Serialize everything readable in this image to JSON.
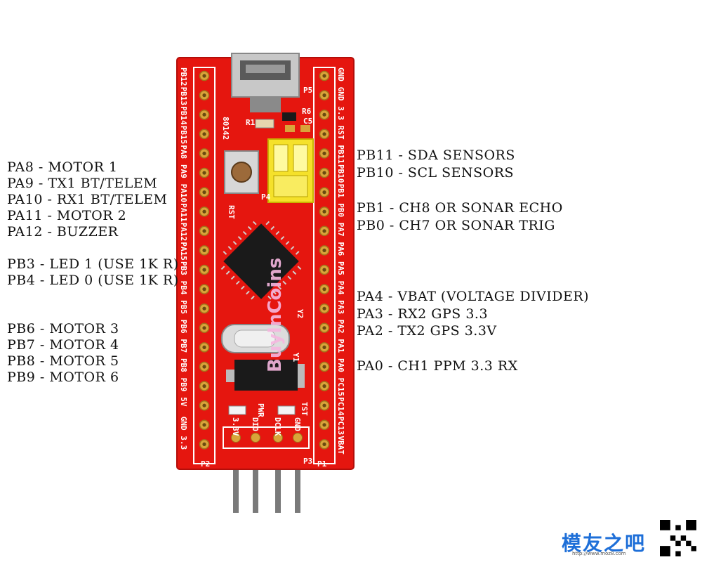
{
  "left_labels": [
    {
      "text": "PA8 - MOTOR 1"
    },
    {
      "text": "PA9 - TX1 BT/TELEM"
    },
    {
      "text": "PA10 - RX1 BT/TELEM"
    },
    {
      "text": "PA11 - MOTOR 2"
    },
    {
      "text": "PA12 - BUZZER"
    },
    {
      "text": "PB3 - LED 1 (USE 1K R)"
    },
    {
      "text": "PB4 - LED 0 (USE 1K R)"
    },
    {
      "text": "PB6 - MOTOR 3"
    },
    {
      "text": "PB7 - MOTOR 4"
    },
    {
      "text": "PB8 - MOTOR 5"
    },
    {
      "text": "PB9 - MOTOR 6"
    }
  ],
  "right_labels": [
    {
      "text": "PB11 - SDA SENSORS"
    },
    {
      "text": "PB10 - SCL SENSORS"
    },
    {
      "text": "PB1 - CH8 OR SONAR ECHO"
    },
    {
      "text": "PB0 - CH7 OR SONAR TRIG"
    },
    {
      "text": "PA4 - VBAT (VOLTAGE DIVIDER)"
    },
    {
      "text": "PA3 - RX2 GPS 3.3"
    },
    {
      "text": "PA2 - TX2 GPS 3.3V"
    },
    {
      "text": "PA0 - CH1 PPM 3.3 RX"
    }
  ],
  "board": {
    "left_header_pins": [
      "PB12",
      "PB13",
      "PB14",
      "PB15",
      "PA8",
      "PA9",
      "PA10",
      "PA11",
      "PA12",
      "PA15",
      "PB3",
      "PB4",
      "PB5",
      "PB6",
      "PB7",
      "PB8",
      "PB9",
      "5V",
      "GND",
      "3.3"
    ],
    "right_header_pins": [
      "GND",
      "GND",
      "3.3",
      "RST",
      "PB11",
      "PB10",
      "PB1",
      "PB0",
      "PA7",
      "PA6",
      "PA5",
      "PA4",
      "PA3",
      "PA2",
      "PA1",
      "PA0",
      "PC15",
      "PC14",
      "PC13",
      "VBAT"
    ],
    "bottom_header_pins": [
      "3.3V",
      "DIO",
      "DCLK",
      "GND"
    ],
    "silk_labels": {
      "part_number": "80142",
      "p5": "P5",
      "r1": "R1",
      "r6": "R6",
      "c5": "C5",
      "rst": "RST",
      "y2": "Y2",
      "y1": "Y1",
      "pwr": "PWR",
      "tst": "TST",
      "p1": "P1",
      "p2": "P2",
      "p3": "P3",
      "p4": "P4"
    },
    "brand_watermark": "BuyInCoins",
    "colors": {
      "pcb": "#e5160f",
      "silk": "#ffffff",
      "pad": "#d9a43a",
      "chip": "#1a1a1a",
      "switch": "#f5e12a"
    }
  },
  "watermark": {
    "text": "模友之吧",
    "sub": "http://www.moz8.com"
  }
}
